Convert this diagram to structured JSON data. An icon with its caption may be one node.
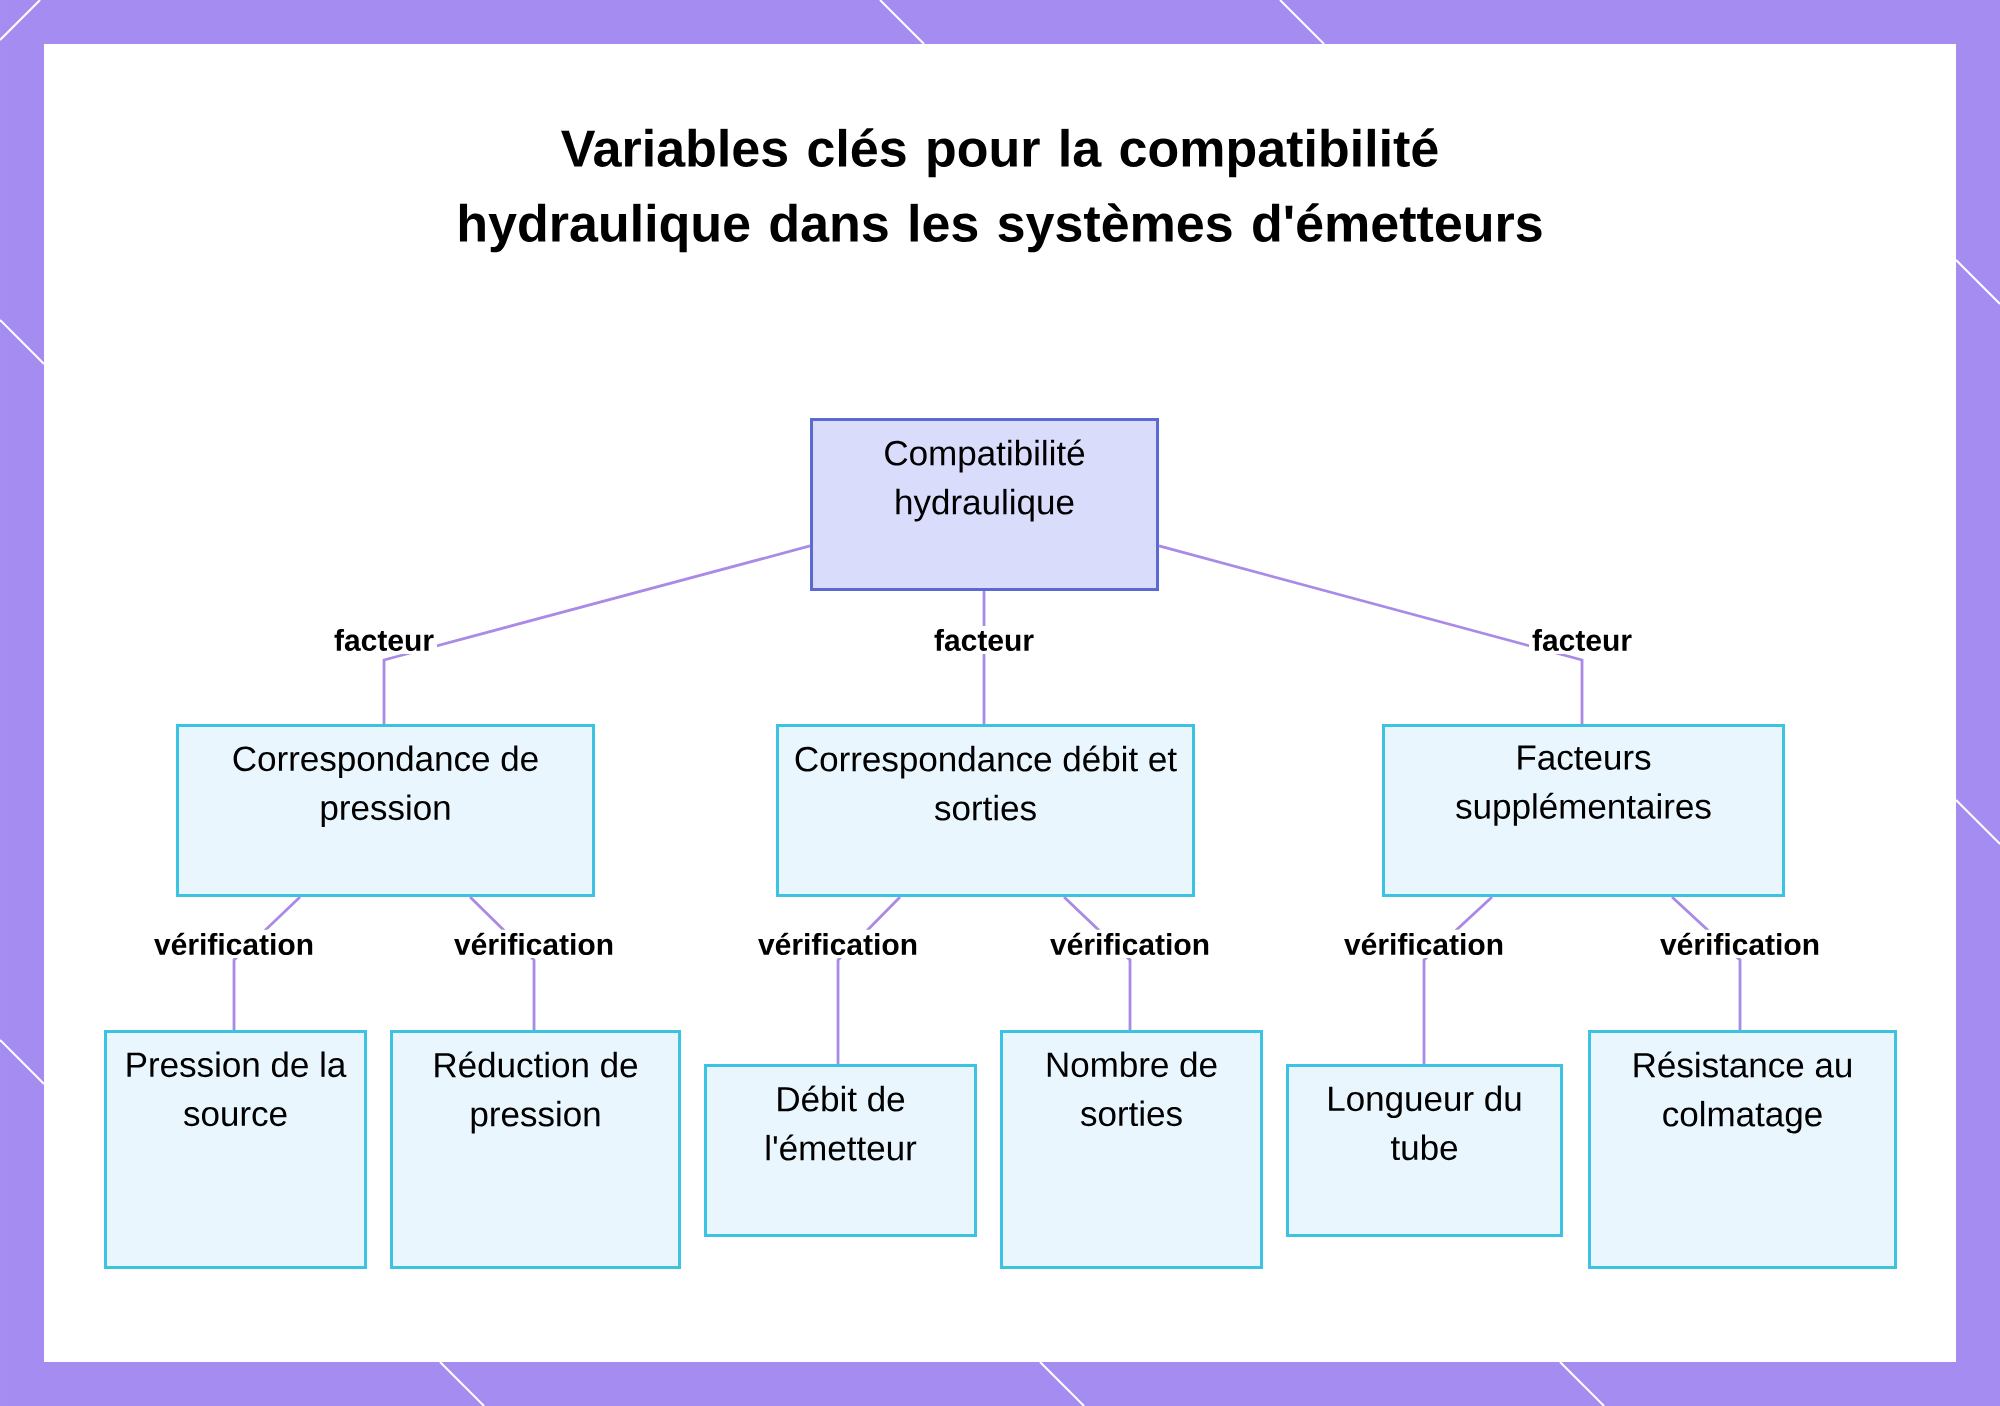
{
  "diagram": {
    "title": "Variables clés pour la compatibilité hydraulique dans les systèmes d'émetteurs",
    "nodes": [
      {
        "text": [
          "Compatibilité hydraulique"
        ]
      },
      {
        "text": [
          "Correspondance de pression"
        ]
      },
      {
        "text": [
          "Correspondance débit et sorties"
        ]
      },
      {
        "text": [
          "Facteurs supplémentaires"
        ]
      },
      {
        "text": [
          "Pression de la source"
        ]
      },
      {
        "text": [
          "Réduction de pression"
        ]
      },
      {
        "text": [
          "Débit de l'émetteur"
        ]
      },
      {
        "text": [
          "Nombre de sorties"
        ]
      },
      {
        "text": [
          "Longueur du tube"
        ]
      },
      {
        "text": [
          "Résistance au colmatage"
        ]
      }
    ],
    "edges": [
      {
        "from": 0,
        "to": 1,
        "arrow": "none",
        "label": "facteur"
      },
      {
        "from": 0,
        "to": 2,
        "arrow": "none",
        "label": "facteur"
      },
      {
        "from": 0,
        "to": 3,
        "arrow": "none",
        "label": "facteur"
      },
      {
        "from": 1,
        "to": 4,
        "arrow": "none",
        "label": "vérification"
      },
      {
        "from": 1,
        "to": 5,
        "arrow": "none",
        "label": "vérification"
      },
      {
        "from": 2,
        "to": 6,
        "arrow": "none",
        "label": "vérification"
      },
      {
        "from": 2,
        "to": 7,
        "arrow": "none",
        "label": "vérification"
      },
      {
        "from": 3,
        "to": 8,
        "arrow": "none",
        "label": "vérification"
      },
      {
        "from": 3,
        "to": 9,
        "arrow": "none",
        "label": "vérification"
      }
    ]
  }
}
